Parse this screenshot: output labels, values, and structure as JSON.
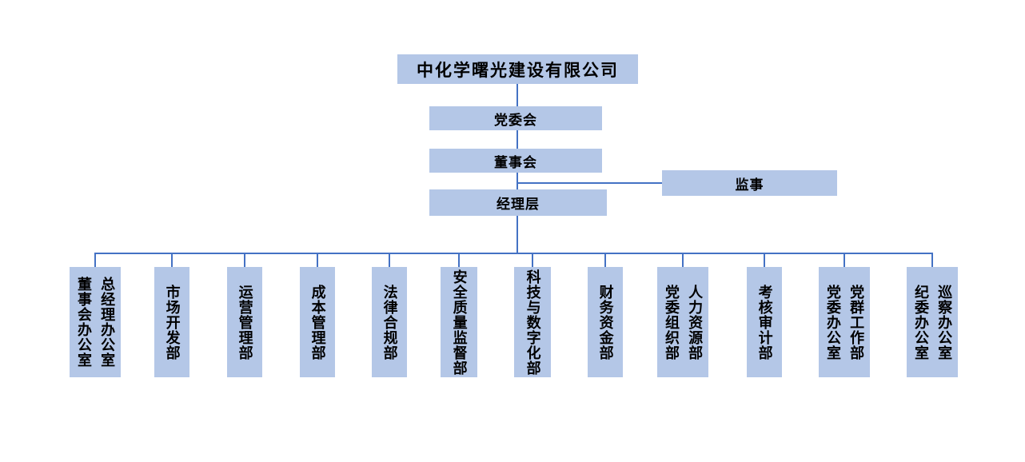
{
  "colors": {
    "box_fill": "#b4c7e7",
    "connector": "#4472c4",
    "text": "#000000",
    "background": "#ffffff"
  },
  "nodes": {
    "company": "中化学曙光建设有限公司",
    "party_committee": "党委会",
    "board_of_directors": "董事会",
    "supervisor": "监事",
    "management": "经理层"
  },
  "departments": [
    {
      "label": "总经理办公室\n董事会办公室"
    },
    {
      "label": "市场开发部"
    },
    {
      "label": "运营管理部"
    },
    {
      "label": "成本管理部"
    },
    {
      "label": "法律合规部"
    },
    {
      "label": "安全质量监督部"
    },
    {
      "label": "科技与数字化部"
    },
    {
      "label": "财务资金部"
    },
    {
      "label": "人力资源部\n党委组织部"
    },
    {
      "label": "考核审计部"
    },
    {
      "label": "党群工作部\n党委办公室"
    },
    {
      "label": "巡察办公室\n纪委办公室"
    }
  ]
}
